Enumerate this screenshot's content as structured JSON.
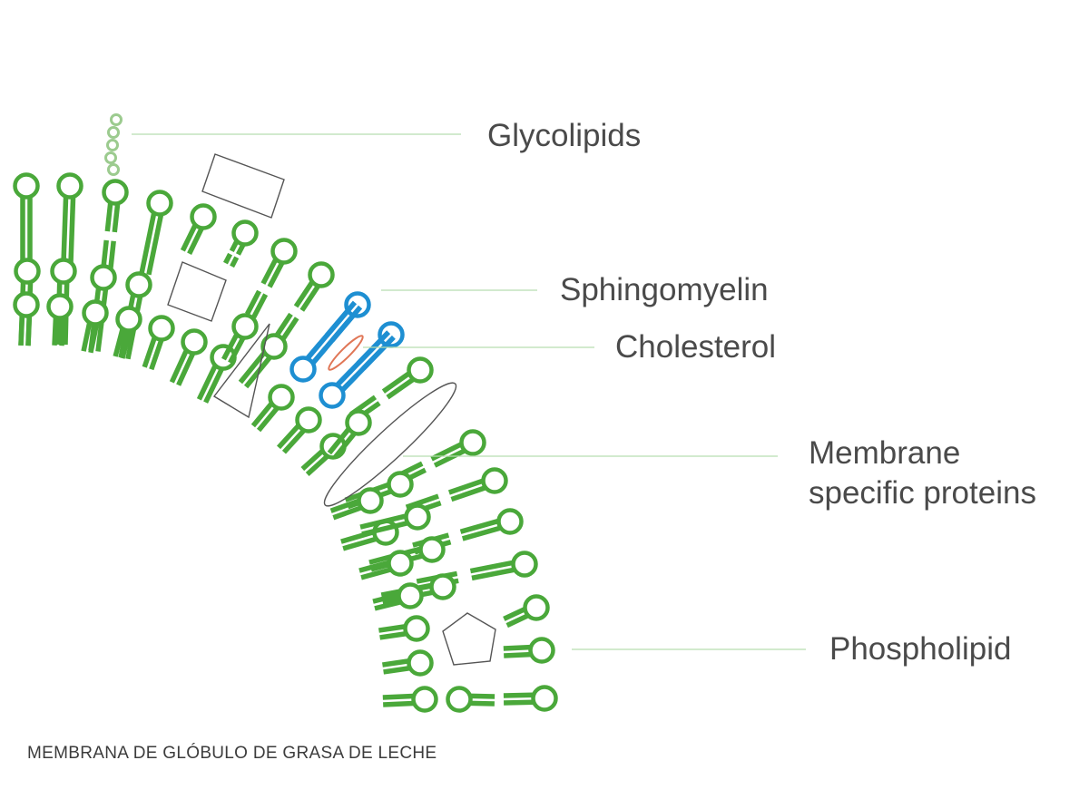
{
  "labels": {
    "glycolipids": "Glycolipids",
    "sphingomyelin": "Sphingomyelin",
    "cholesterol": "Cholesterol",
    "membrane_proteins_line1": "Membrane",
    "membrane_proteins_line2": "specific proteins",
    "phospholipid": "Phospholipid"
  },
  "caption": "MEMBRANA DE GLÓBULO DE GRASA DE LECHE",
  "colors": {
    "phospholipid": "#4aa83a",
    "sphingomyelin": "#1e8fd2",
    "cholesterol": "#e07656",
    "glycolipid": "#9ccb8f",
    "protein_outline": "#555555",
    "leader_line": "#b7ddb0",
    "text": "#4a4a4a"
  }
}
